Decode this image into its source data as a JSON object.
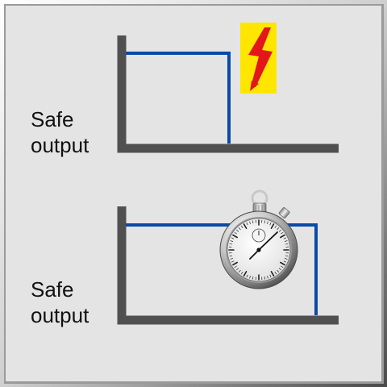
{
  "panels": [
    {
      "label_lines": [
        "Safe",
        "output"
      ],
      "icon": "high-voltage-warning-icon",
      "line_color": "#0a4aa6"
    },
    {
      "label_lines": [
        "Safe",
        "output"
      ],
      "icon": "stopwatch-icon",
      "line_color": "#0a4aa6"
    }
  ],
  "colors": {
    "background": "#e4e4e4",
    "axis": "#505050",
    "signal": "#0a4aa6",
    "warning_yellow": "#ffe600",
    "warning_red": "#e3161b"
  }
}
